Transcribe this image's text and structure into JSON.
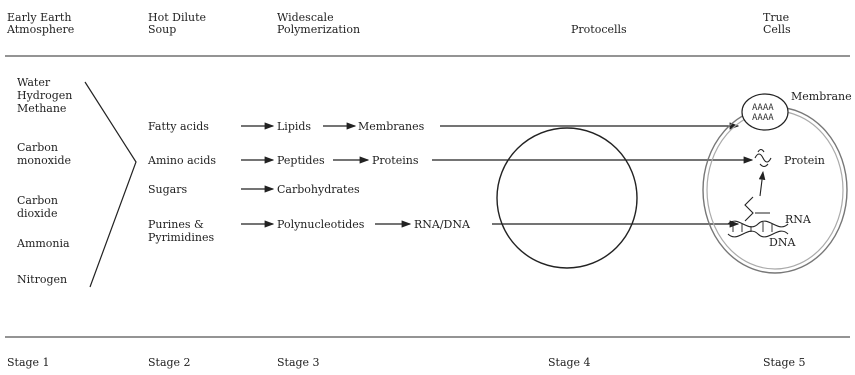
{
  "headers": {
    "col1": [
      "Early Earth",
      "Atmosphere"
    ],
    "col2": [
      "Hot Dilute",
      "Soup"
    ],
    "col3": [
      "Widescale",
      "Polymerization"
    ],
    "col4": "Protocells",
    "col5": [
      "True",
      "Cells"
    ]
  },
  "atmosphere": [
    "Water",
    "Hydrogen",
    "Methane",
    "Carbon",
    "monoxide",
    "Carbon",
    "dioxide",
    "Ammonia",
    "Nitrogen"
  ],
  "soup": {
    "fatty": "Fatty acids",
    "amino": "Amino acids",
    "sugars": "Sugars",
    "purines": [
      "Purines &",
      "Pyrimidines"
    ]
  },
  "polymers": {
    "lipids": "Lipids",
    "membranes": "Membranes",
    "peptides": "Peptides",
    "proteins": "Proteins",
    "carbs": "Carbohydrates",
    "polynuc": "Polynucleotides",
    "rnadna": "RNA/DNA"
  },
  "cell_labels": {
    "membrane": "Membrane",
    "protein": "Protein",
    "rna": "RNA",
    "dna": "DNA"
  },
  "stages": [
    "Stage 1",
    "Stage 2",
    "Stage 3",
    "Stage 4",
    "Stage 5"
  ]
}
